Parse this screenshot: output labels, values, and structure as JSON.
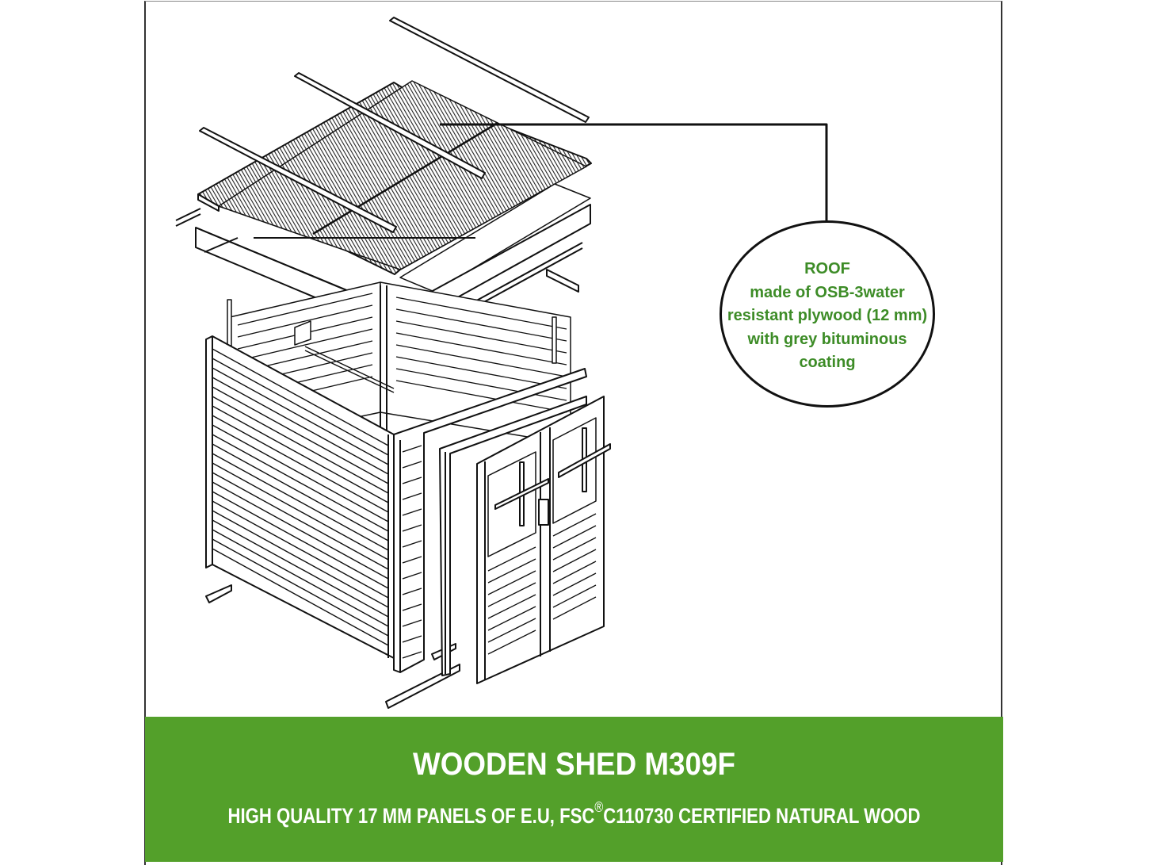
{
  "diagram": {
    "subject": "exploded-isometric-wooden-shed",
    "components": [
      "roof-battens",
      "roof-panels",
      "roof-frame",
      "side-wall",
      "front-wall",
      "door-frame",
      "double-door",
      "floor-rails"
    ]
  },
  "callout": {
    "title": "ROOF",
    "lines": [
      "made of OSB-3water",
      "resistant plywood (12 mm)",
      "with grey bituminous",
      "coating"
    ],
    "text_color": "#3d8c27",
    "border_color": "#111111"
  },
  "banner": {
    "title": "WOODEN SHED M309F",
    "subtitle_prefix": "HIGH QUALITY 17 MM PANELS OF E.U, FSC",
    "subtitle_mark": "®",
    "subtitle_suffix": "C110730 CERTIFIED NATURAL WOOD",
    "background": "#53a02a",
    "text_color": "#ffffff"
  }
}
